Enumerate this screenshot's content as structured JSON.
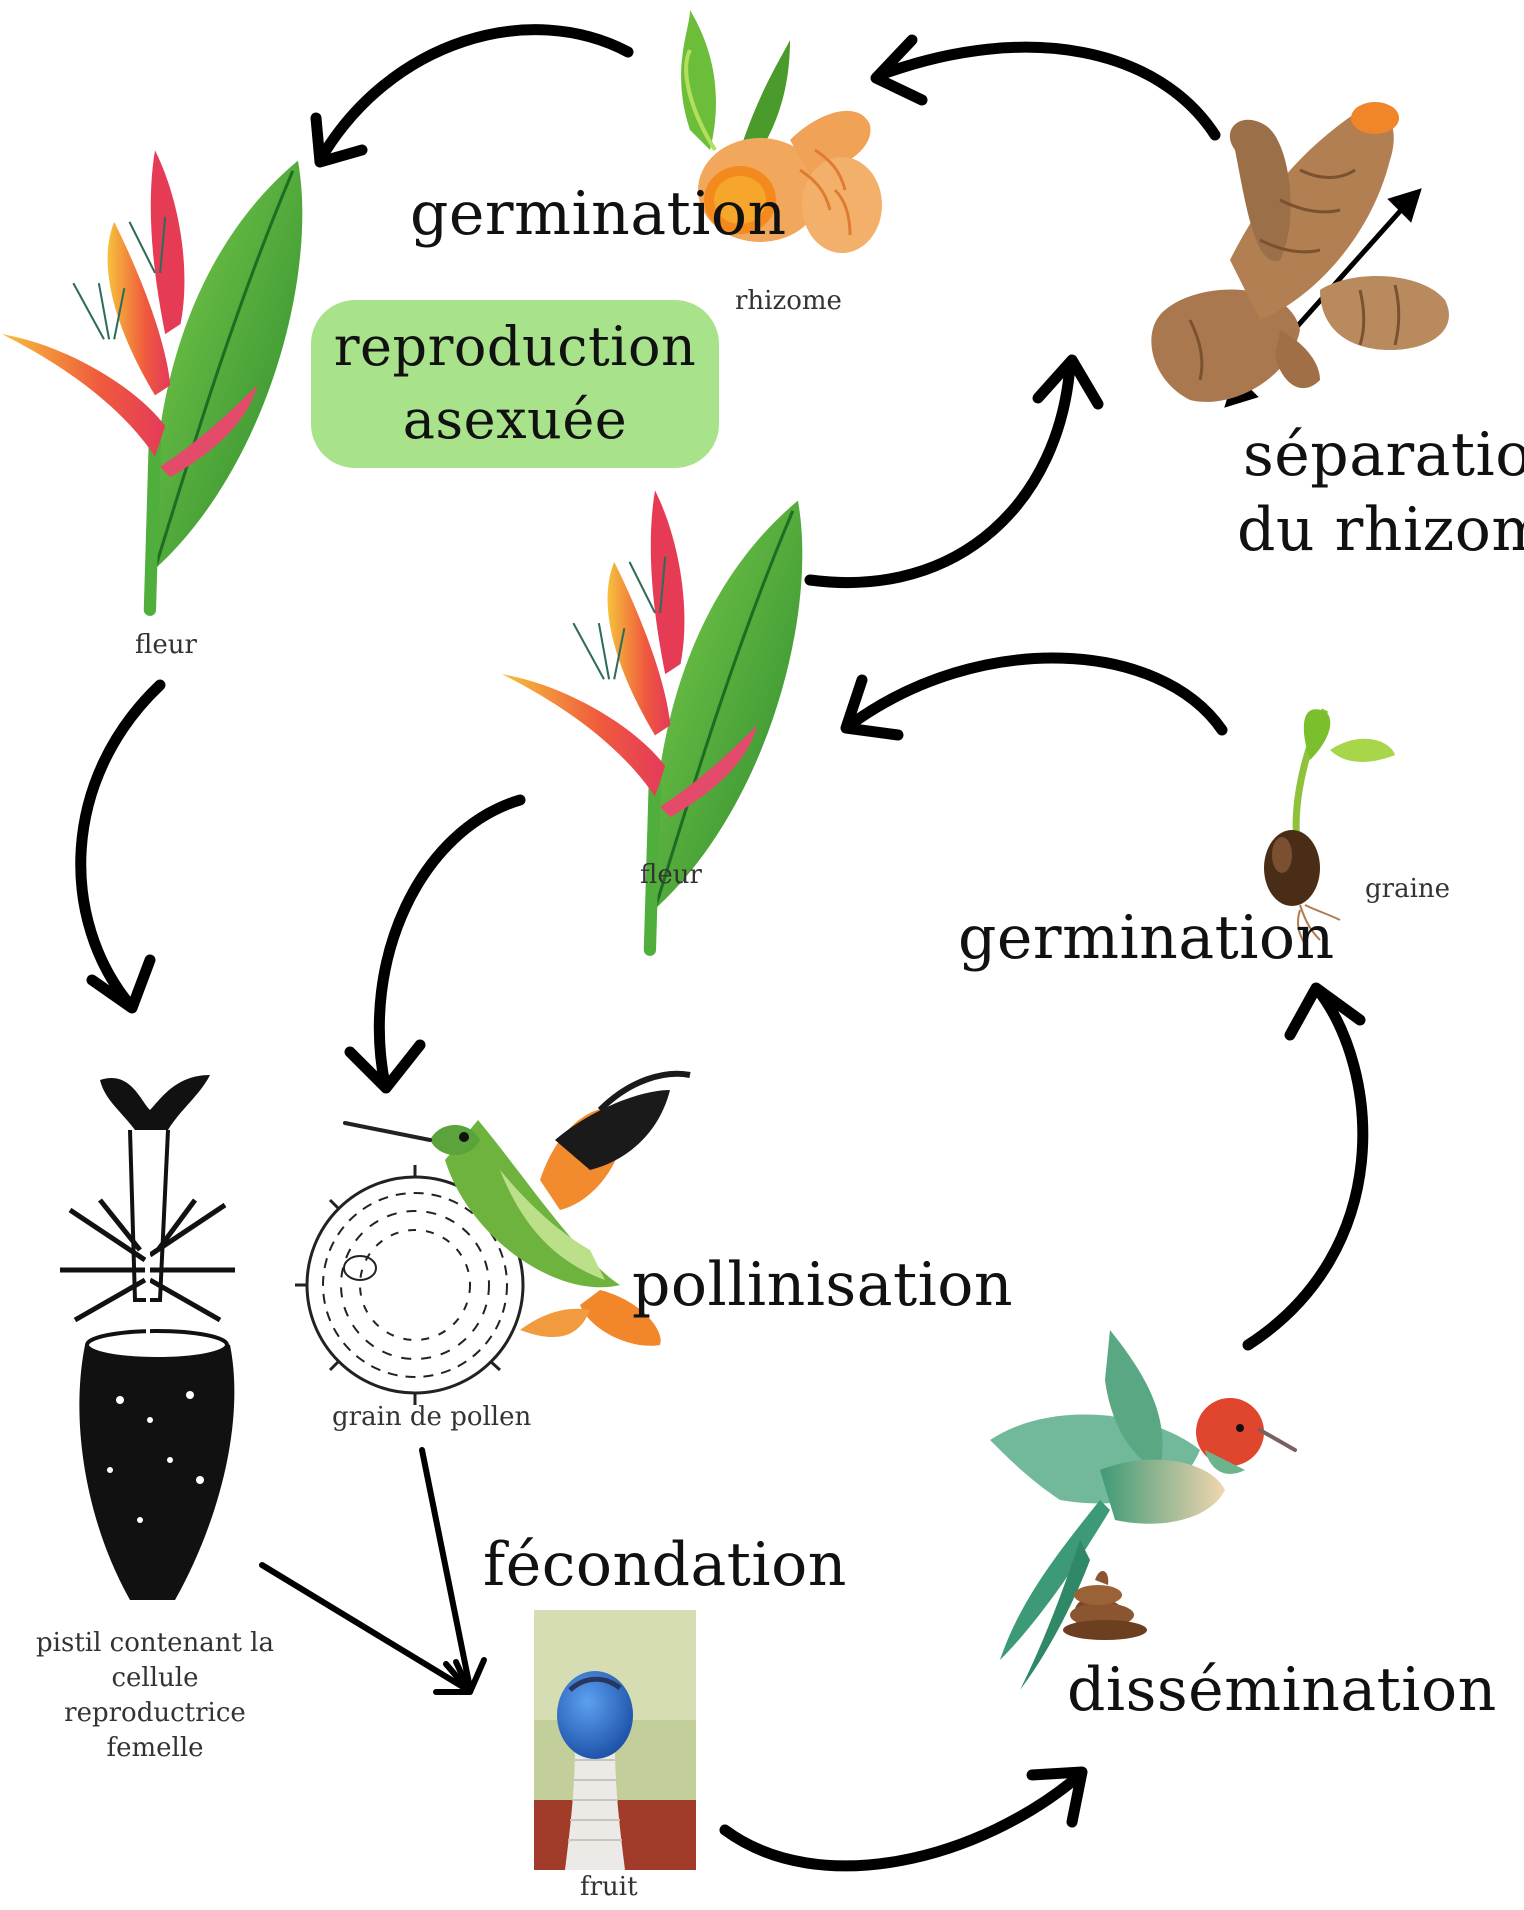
{
  "colors": {
    "arrow": "#000000",
    "asexual_box": "#a8e28b",
    "leaf_green": "#3aa33b",
    "bract_red": "#e8473d",
    "bract_orange": "#f29a2e",
    "rhizome_orange": "#f0a257",
    "rhizome_brown": "#a5774f",
    "fruit_blue": "#2466c4",
    "hummingbird_green": "#6fb33f",
    "wing_orange": "#f28a2e"
  },
  "labels": {
    "germination_top": "germination",
    "rhizome": "rhizome",
    "separation_line1": "séparation",
    "separation_line2": "du rhizome",
    "fleur_left": "fleur",
    "fleur_center": "fleur",
    "asexual_line1": "reproduction",
    "asexual_line2": "asexuée",
    "germination_right": "germination",
    "graine": "graine",
    "pollinisation": "pollinisation",
    "grain_de_pollen": "grain de pollen",
    "pistil_line1": "pistil contenant la",
    "pistil_line2": "cellule reproductrice",
    "pistil_line3": "femelle",
    "fecondation": "fécondation",
    "fruit": "fruit",
    "dissemination": "dissémination"
  },
  "icons": [
    "rhizome-slice-icon",
    "rhizome-whole-icon",
    "heliconia-flower-icon",
    "seedling-icon",
    "pistil-icon",
    "pollen-grain-icon",
    "hummingbird-icon",
    "fruit-photo-icon",
    "bird-eating-icon",
    "dropping-icon"
  ]
}
